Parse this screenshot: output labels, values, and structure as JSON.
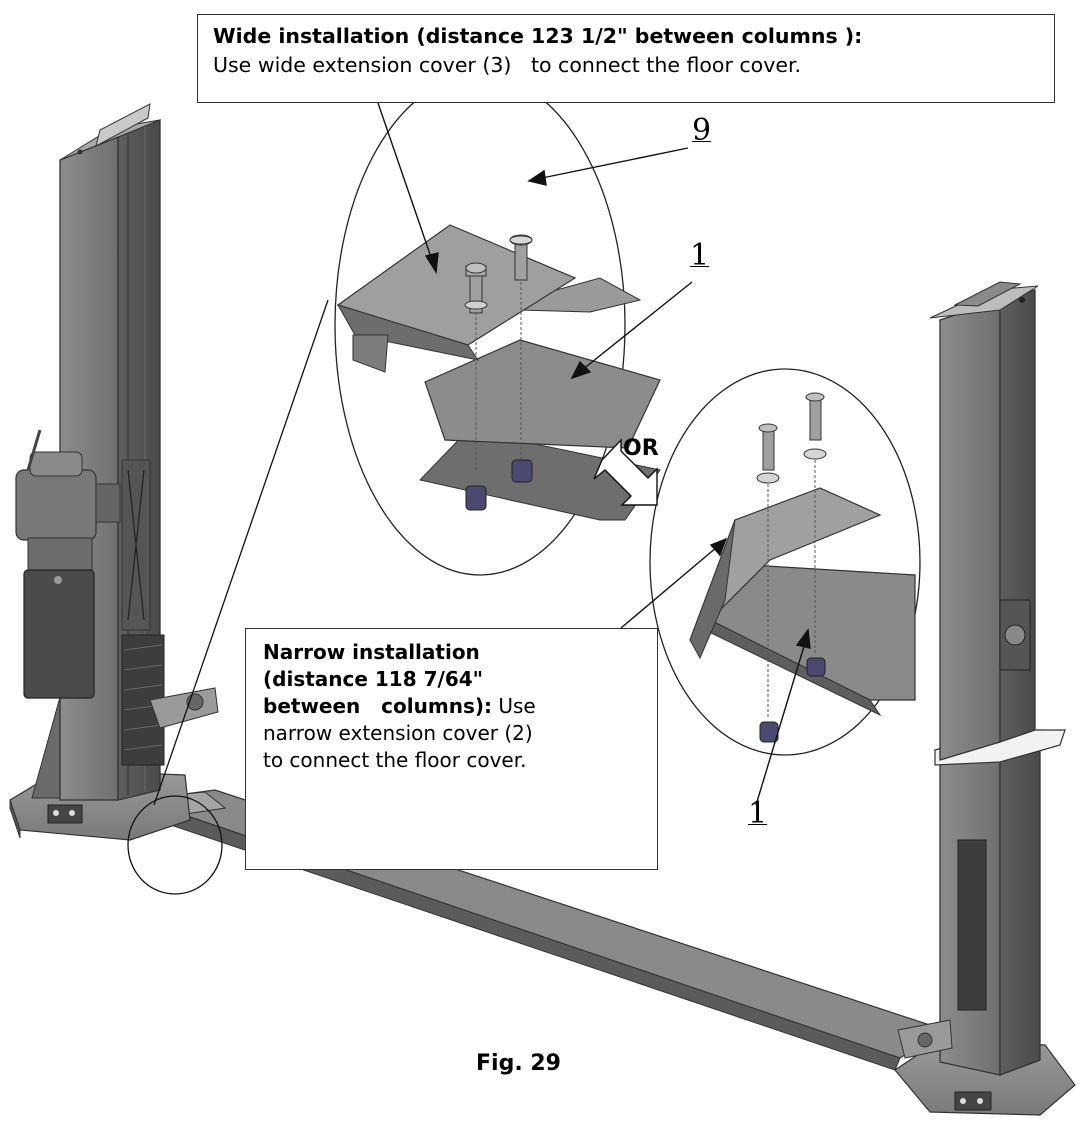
{
  "wide_note": {
    "heading": "Wide installation (distance 123 1/2\" between columns ):",
    "text": "Use wide extension cover (3)   to connect the floor cover."
  },
  "narrow_note": {
    "heading_line1": "Narrow installation",
    "heading_line2": "(distance 118 7/64\"",
    "heading_line3": "between   columns):",
    "text_line1": " Use",
    "text_line2": "narrow extension cover (2)",
    "text_line3": "to connect the floor cover."
  },
  "callouts": {
    "bolt": "9",
    "cover_top": "1",
    "cover_bottom": "1"
  },
  "or_label": "OR",
  "caption": "Fig. 29"
}
